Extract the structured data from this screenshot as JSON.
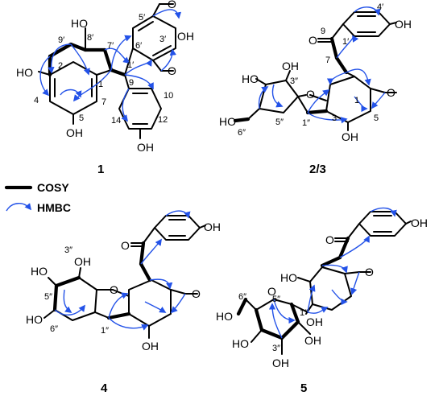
{
  "colors": {
    "hmbc_arrow": "#2352e8",
    "bond": "#000000",
    "background": "#ffffff"
  },
  "legend": {
    "cosy": "COSY",
    "hmbc": "HMBC"
  },
  "compounds": [
    {
      "id": "1",
      "atoms": [
        "HO",
        "OH",
        "HO",
        "OH",
        "OH"
      ],
      "numbers": [
        "8′",
        "9′",
        "7′",
        "6′",
        "5′",
        "3′",
        "1′",
        "2",
        "1",
        "4",
        "5",
        "7",
        "9",
        "10",
        "12",
        "14"
      ]
    },
    {
      "id": "2/3",
      "atoms": [
        "O",
        "OH",
        "HO",
        "OH",
        "HO",
        "O",
        "O",
        "OH"
      ],
      "numbers": [
        "4′",
        "9",
        "1′",
        "7",
        "3″",
        "5″",
        "1″",
        "6″",
        "1",
        "3",
        "5"
      ]
    },
    {
      "id": "4",
      "atoms": [
        "O",
        "OH",
        "HO",
        "OH",
        "HO",
        "O",
        "O",
        "OH"
      ],
      "numbers": [
        "3″",
        "5″",
        "6″",
        "1″"
      ]
    },
    {
      "id": "5",
      "atoms": [
        "O",
        "OH",
        "HO",
        "HO",
        "O",
        "OH",
        "HO",
        "OH",
        "OH"
      ],
      "numbers": [
        "6″",
        "5″",
        "1″",
        "3″"
      ]
    }
  ]
}
